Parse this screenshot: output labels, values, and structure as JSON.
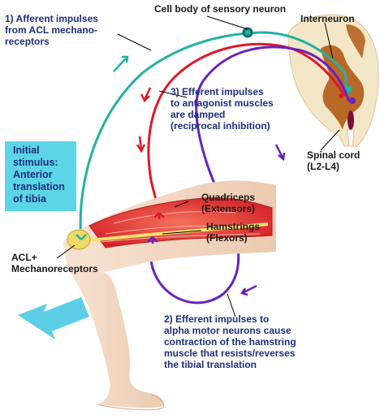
{
  "labels": {
    "afferent": "1) Afferent impulses\nfrom ACL mechano-\nreceptors",
    "cell_body": "Cell body of sensory neuron",
    "interneuron": "Interneuron",
    "efferent_antagonist": "3) Efferent impulses\nto antagonist muscles\nare damped\n(reciprocal inhibition)",
    "stimulus": "Initial\nstimulus:\nAnterior\ntranslation\nof tibia",
    "spinal_cord": "Spinal cord\n(L2-L4)",
    "quadriceps": "Quadriceps\n(Extensors)",
    "hamstrings": "Hamstrings\n(Flexors)",
    "acl": "ACL+\nMechanoreceptors",
    "efferent_alpha": "2) Efferent impulses to\nalpha motor neurons cause\ncontraction of the hamstring\nmuscle that resists/reverses\nthe tibial translation"
  },
  "colors": {
    "afferent_pathway": "#1fb3a0",
    "inhibited_pathway": "#e0182a",
    "alpha_pathway": "#6a22b8",
    "stimulus_box": "#5cd6e6",
    "stimulus_arrow": "#5ccfe6",
    "muscle": "#e8333a",
    "skin": "#f2d6bf",
    "spinal_gray": "#b5621f",
    "spinal_white": "#f4e7c7"
  }
}
